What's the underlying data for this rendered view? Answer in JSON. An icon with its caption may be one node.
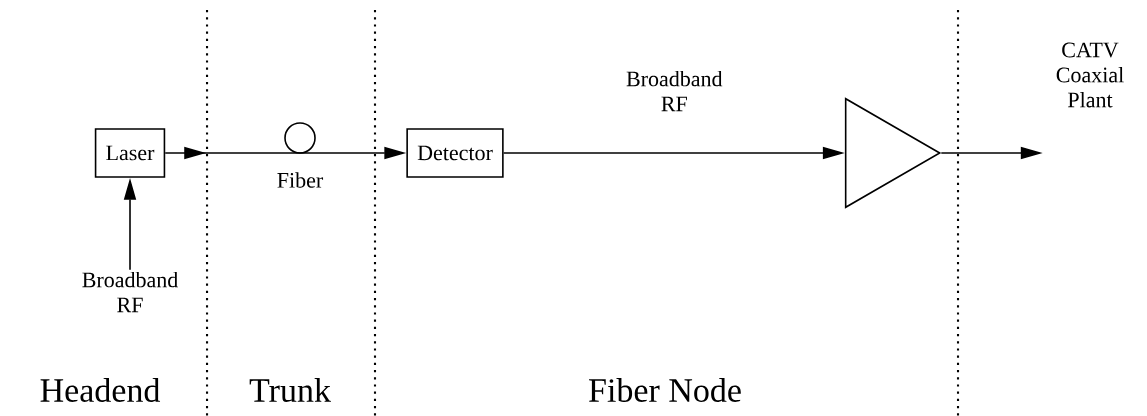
{
  "diagram": {
    "nodes": [
      {
        "text": [
          "Laser"
        ]
      },
      {
        "text": [],
        "shape": "circle",
        "beside": [
          "Fiber"
        ]
      },
      {
        "text": [
          "Detector"
        ]
      },
      {
        "text": [],
        "shape": "triangle"
      },
      {
        "text": [
          "CATV Coaxial Plant"
        ]
      },
      {
        "text": [
          "Broadband RF"
        ]
      }
    ],
    "edges": [
      {
        "from": 0,
        "to": 2,
        "arrow": "to"
      },
      {
        "from": 2,
        "to": 3,
        "arrow": "to",
        "label": "Broadband RF"
      },
      {
        "from": 3,
        "to": 4,
        "arrow": "to"
      },
      {
        "from": 5,
        "to": 0,
        "arrow": "to"
      }
    ],
    "labels": [
      "Headend",
      "Trunk",
      "Fiber Node"
    ]
  }
}
